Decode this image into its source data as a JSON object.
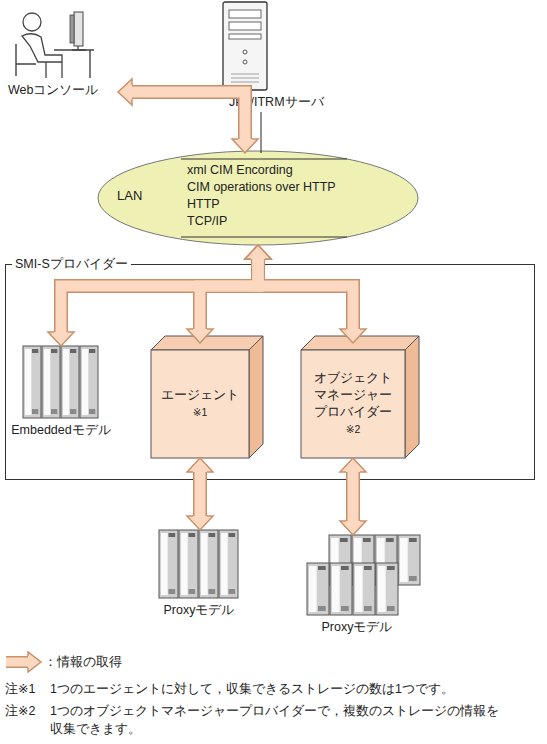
{
  "diagram": {
    "nodes": [
      {
        "text": [
          "Webコンソール"
        ]
      },
      {
        "text": [
          "JP1/ITRMサーバ"
        ]
      },
      {
        "text": [
          "LAN",
          "xml CIM Encording",
          "CIM operations over HTTP",
          "HTTP",
          "TCP/IP"
        ]
      },
      {
        "text": [
          "SMI-Sプロバイダー"
        ]
      },
      {
        "text": [
          "Embeddedモデル"
        ],
        "in": 3
      },
      {
        "text": [
          "エージェント",
          "※1"
        ],
        "in": 3
      },
      {
        "text": [
          "オブジェクト マネージャー プロバイダー",
          "※2"
        ],
        "in": 3
      },
      {
        "text": [
          "Proxyモデル"
        ]
      },
      {
        "text": [
          "Proxyモデル"
        ]
      }
    ],
    "edges": [
      {
        "from": 2,
        "to": 0,
        "arrow": "both"
      },
      {
        "from": 1,
        "to": 2,
        "arrow": "none"
      },
      {
        "from": 2,
        "to": 4,
        "arrow": "both"
      },
      {
        "from": 2,
        "to": 5,
        "arrow": "both"
      },
      {
        "from": 2,
        "to": 6,
        "arrow": "both"
      },
      {
        "from": 5,
        "to": 7,
        "arrow": "both"
      },
      {
        "from": 6,
        "to": 8,
        "arrow": "both"
      }
    ],
    "labels": [
      "注※1",
      "1つのエージェントに対して，収集できるストレージの数は1つです。",
      "注※2",
      "1つのオブジェクトマネージャープロバイダーで，複数のストレージの情報を 収集できます。"
    ],
    "legend": [
      {
        "text": "：情報の取得"
      }
    ]
  }
}
